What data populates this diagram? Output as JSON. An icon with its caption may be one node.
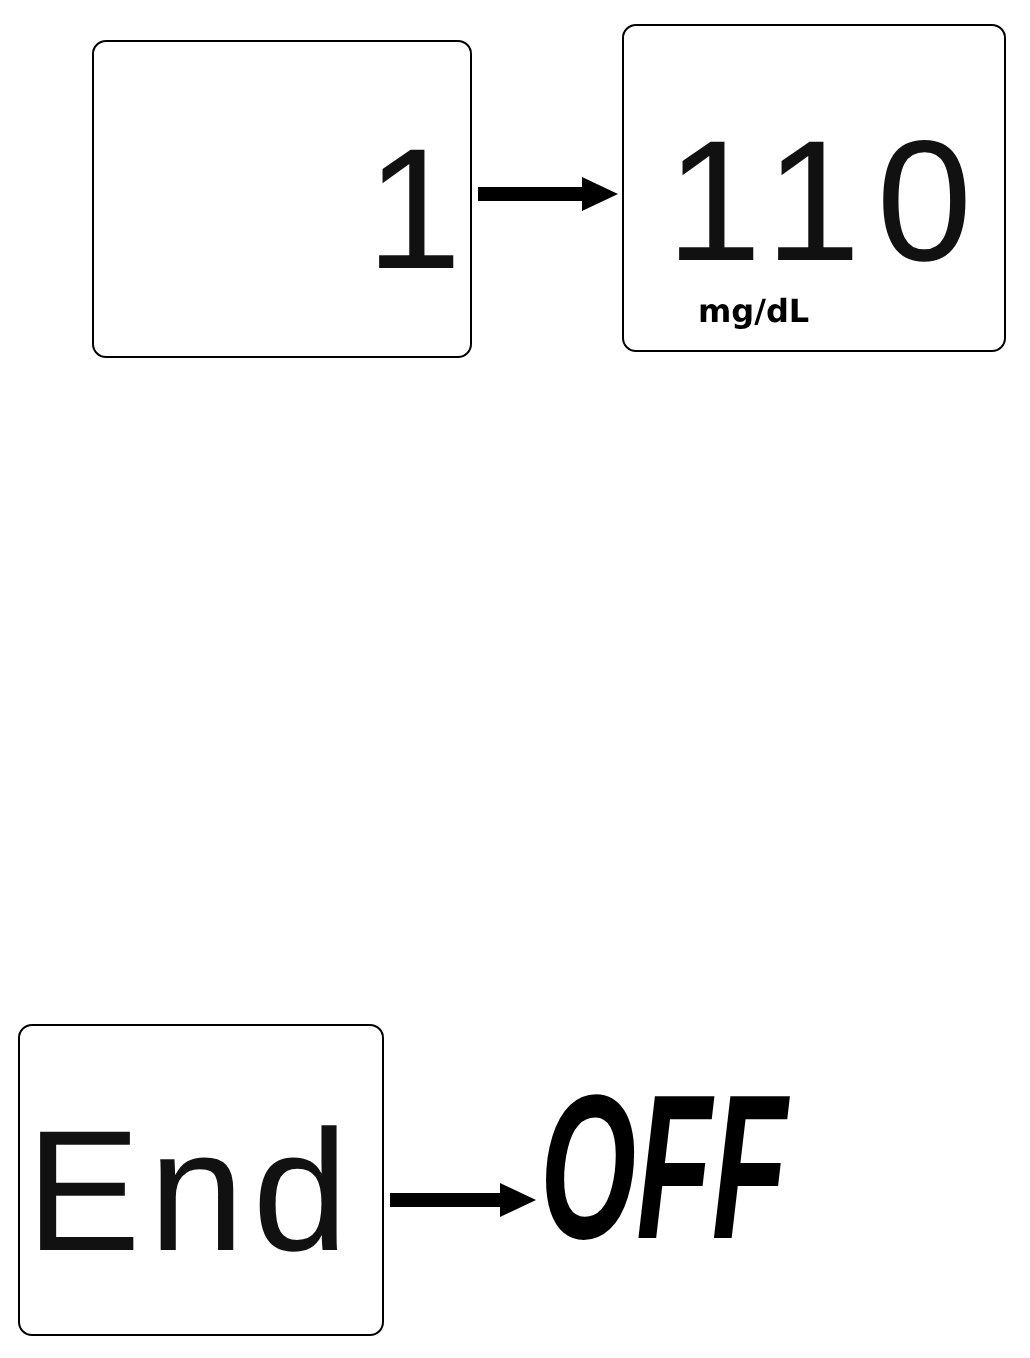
{
  "diagram": {
    "nodes": [
      {
        "text": [
          "1"
        ]
      },
      {
        "text": [
          "110",
          "mg/dL"
        ]
      },
      {
        "text": [
          "End"
        ]
      },
      {
        "text": [
          "OFF"
        ]
      }
    ],
    "edges": [
      {
        "from": 0,
        "to": 1,
        "arrow": "to"
      },
      {
        "from": 2,
        "to": 3,
        "arrow": "to"
      }
    ]
  }
}
